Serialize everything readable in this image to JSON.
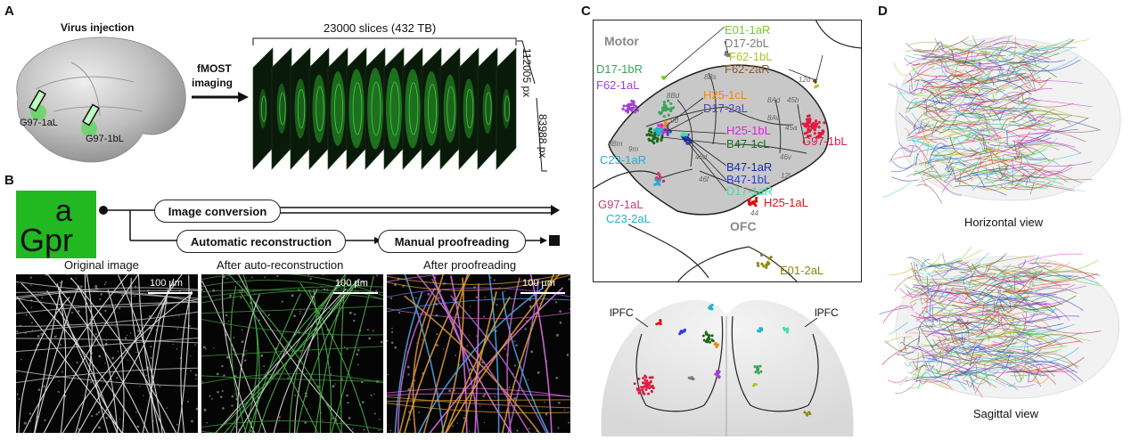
{
  "panels": {
    "A": {
      "letter": "A",
      "title": "Virus injection",
      "injections": [
        "G97-1aL",
        "G97-1bL"
      ],
      "imaging_label_line1": "fMOST",
      "imaging_label_line2": "imaging",
      "slices_label": "23000 slices (432 TB)",
      "dim_x": "112005 px",
      "dim_y": "83988 px"
    },
    "B": {
      "letter": "B",
      "logo": "aGpr",
      "steps": {
        "conversion": "Image conversion",
        "auto": "Automatic reconstruction",
        "manual": "Manual proofreading"
      },
      "images": [
        {
          "caption": "Original image",
          "scale": "100 µm"
        },
        {
          "caption": "After auto-reconstruction",
          "scale": "100 µm"
        },
        {
          "caption": "After proofreading",
          "scale": "100 µm"
        }
      ]
    },
    "C": {
      "letter": "C",
      "regions": {
        "motor": "Motor",
        "ofc": "OFC"
      },
      "areas": [
        "8Bs",
        "8Bd",
        "9d",
        "8Ad",
        "45b",
        "8Av",
        "45a",
        "46v",
        "12l",
        "9m",
        "8Bm",
        "46d",
        "46f",
        "12o",
        "44"
      ],
      "labels": [
        {
          "text": "E01-1aR",
          "color": "#6fcf2a"
        },
        {
          "text": "D17-2bL",
          "color": "#7a7a7a"
        },
        {
          "text": "F62-1bL",
          "color": "#a8c82a"
        },
        {
          "text": "F62-2aR",
          "color": "#8a5a2a"
        },
        {
          "text": "D17-1bR",
          "color": "#3aa65a"
        },
        {
          "text": "F62-1aL",
          "color": "#a040d0"
        },
        {
          "text": "H25-1cL",
          "color": "#f08a10"
        },
        {
          "text": "D17-2aL",
          "color": "#4a4ab0"
        },
        {
          "text": "H25-1bL",
          "color": "#e020e0"
        },
        {
          "text": "B47-1cL",
          "color": "#1a6a1a"
        },
        {
          "text": "C23-1aR",
          "color": "#20b0d0"
        },
        {
          "text": "B47-1aR",
          "color": "#1a2ab0"
        },
        {
          "text": "B47-1bL",
          "color": "#2a3ae0"
        },
        {
          "text": "D17-1aR",
          "color": "#40e0a0"
        },
        {
          "text": "G97-1aL",
          "color": "#c04070"
        },
        {
          "text": "C23-2aL",
          "color": "#20b0d0"
        },
        {
          "text": "H25-1aL",
          "color": "#e01010"
        },
        {
          "text": "G97-1bL",
          "color": "#e01a40"
        },
        {
          "text": "E01-2aL",
          "color": "#8a8a10"
        }
      ],
      "lpfc_left": "lPFC",
      "lpfc_right": "lPFC"
    },
    "D": {
      "letter": "D",
      "horizontal": "Horizontal view",
      "sagittal": "Sagittal view"
    }
  },
  "colors": {
    "green": "#22b822",
    "slice_green": "#1f7a1f",
    "grey_region": "#c8c8c8"
  }
}
